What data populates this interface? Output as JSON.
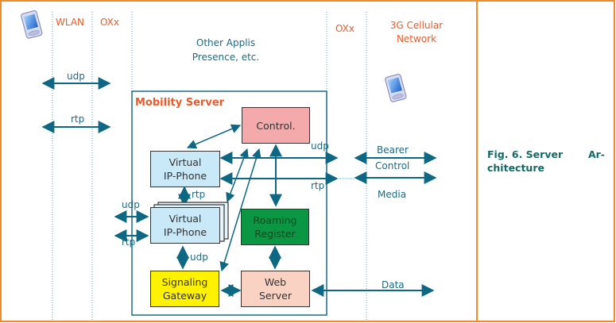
{
  "figure": {
    "caption_line1_left": "Fig. 6.  Server",
    "caption_line1_right": "Ar-",
    "caption_line2": "chitecture"
  },
  "zones": {
    "wlan": "WLAN",
    "oxx_left": "OXx",
    "other_applis_line1": "Other Applis",
    "other_applis_line2": "Presence, etc.",
    "oxx_right": "OXx",
    "cellular_line1": "3G Cellular",
    "cellular_line2": "Network"
  },
  "devices": [
    {
      "name": "pda-icon",
      "zone": "WLAN"
    },
    {
      "name": "pda-icon",
      "zone": "3G Cellular Network"
    }
  ],
  "server": {
    "title": "Mobility Server",
    "components": {
      "control": {
        "label": "Control.",
        "color": "#f4a9ab"
      },
      "vip1": {
        "line1": "Virtual",
        "line2": "IP-Phone",
        "color": "#c9e8f8"
      },
      "vip2": {
        "line1": "Virtual",
        "line2": "IP-Phone",
        "color": "#c9e8f8"
      },
      "roaming": {
        "line1": "Roaming",
        "line2": "Register",
        "color": "#0b9644"
      },
      "signaling": {
        "line1": "Signaling",
        "line2": "Gateway",
        "color": "#fff200"
      },
      "web": {
        "line1": "Web",
        "line2": "Server",
        "color": "#fad2c4"
      }
    }
  },
  "links": {
    "wlan_udp": "udp",
    "wlan_rtp": "rtp",
    "vip_udp_out": "udp",
    "vip_rtp_out": "rtp",
    "vip_between_rtp": "rtp",
    "vip2_left_udp": "udp",
    "vip2_left_rtp": "rtp",
    "vip2_sig_udp": "udp",
    "bearer_line1": "Bearer",
    "bearer_line2": "Control",
    "media": "Media",
    "data": "Data"
  },
  "colors": {
    "frame": "#f08a2e",
    "arrow": "#0e6783",
    "dotted": "#5aa0c0",
    "label_orange": "#ec5a2a",
    "label_teal": "#1b6a86"
  }
}
